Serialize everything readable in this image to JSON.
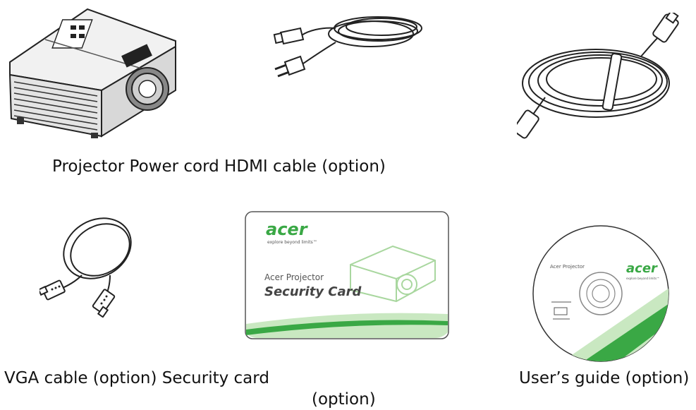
{
  "captions": {
    "row1": "Projector Power cord HDMI cable (option)",
    "vga": "VGA cable (option) Security card",
    "option": "(option)",
    "guide": "User’s guide (option)"
  },
  "security_card": {
    "brand": "acer",
    "tagline": "explore beyond limits™",
    "line1": "Acer Projector",
    "line2": "Security Card"
  },
  "cd": {
    "label": "Acer Projector",
    "brand": "acer",
    "tagline": "explore beyond limits™"
  },
  "colors": {
    "accent_green": "#3aa845",
    "light_green": "#a9d79f",
    "line": "#222222"
  }
}
